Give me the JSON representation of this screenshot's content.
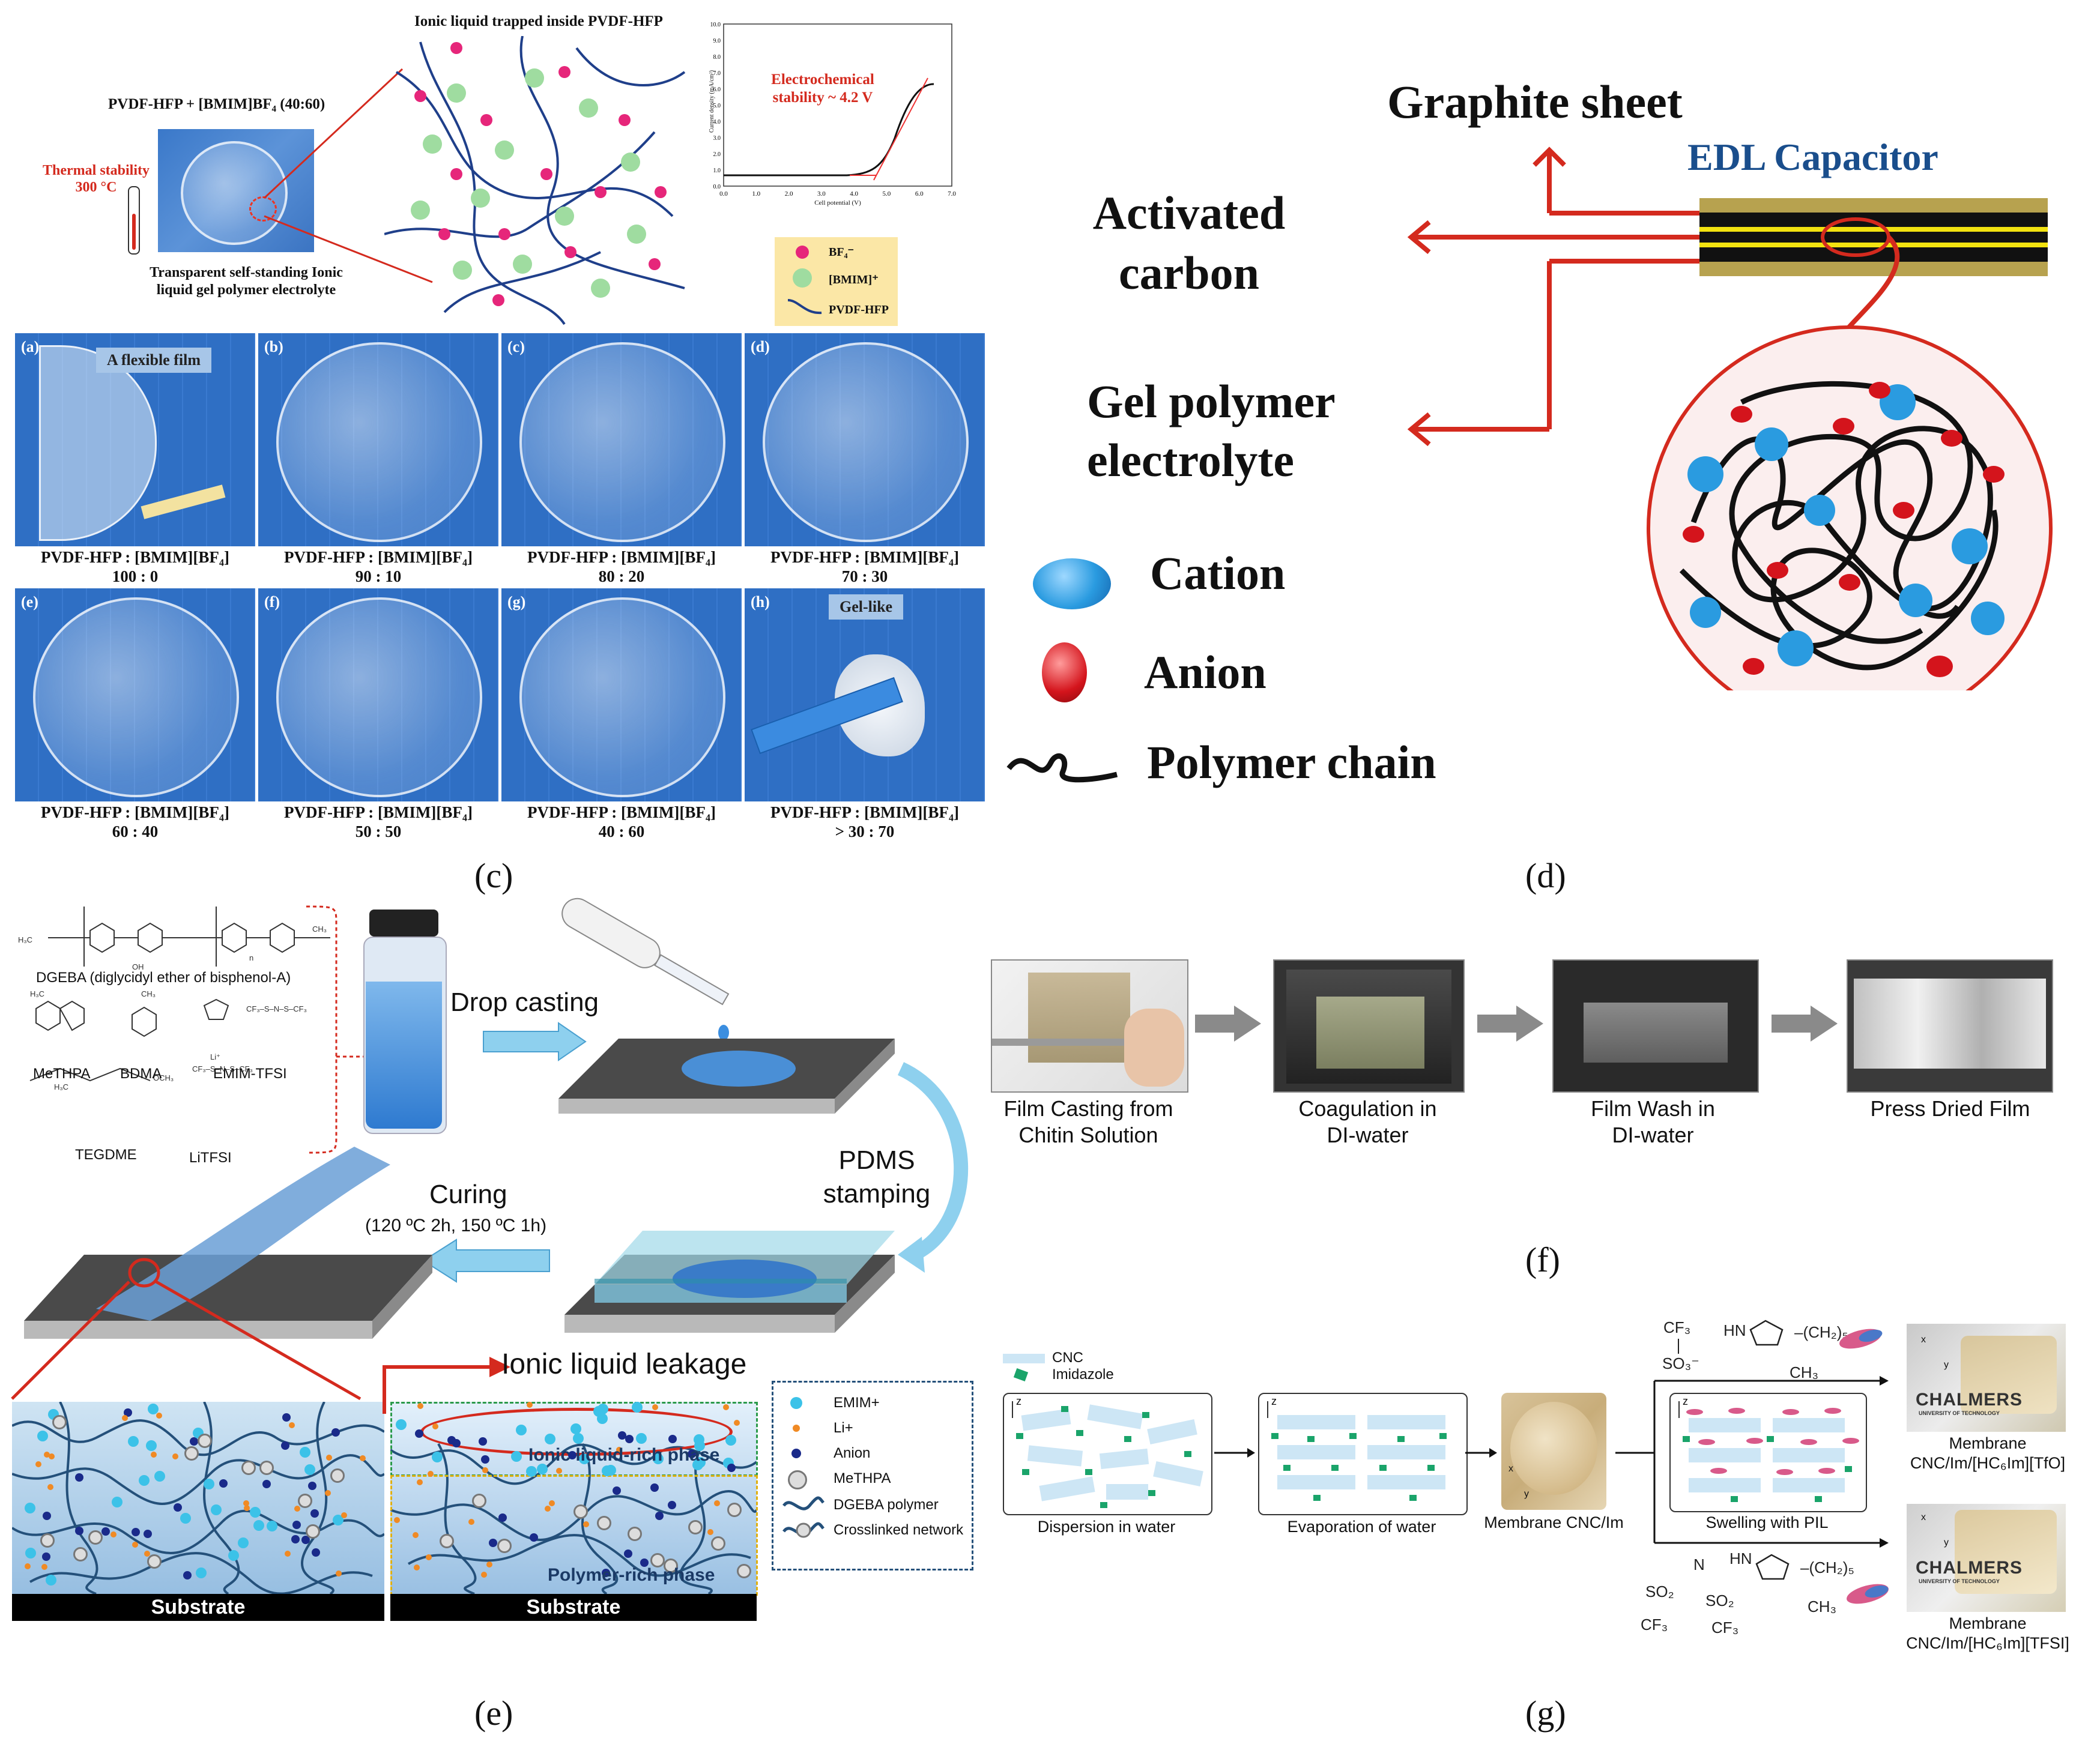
{
  "panel_c": {
    "header": {
      "composition": "PVDF-HFP + [BMIM]BF₄ (40:60)",
      "trapped": "Ionic liquid trapped inside PVDF-HFP",
      "thermal": "Thermal stability",
      "thermal_value": "300 °C",
      "transparent_l1": "Transparent self-standing Ionic",
      "transparent_l2": "liquid gel polymer electrolyte",
      "echem_l1": "Electrochemical",
      "echem_l2": "stability ~ 4.2 V",
      "ylabel": "Current density (mA/cm²)",
      "xlabel": "Cell potential (V)",
      "x_ticks": [
        "0.0",
        "1.0",
        "2.0",
        "3.0",
        "4.0",
        "5.0",
        "6.0",
        "7.0"
      ],
      "y_ticks": [
        "0.0",
        "1.0",
        "2.0",
        "3.0",
        "4.0",
        "5.0",
        "6.0",
        "7.0",
        "8.0",
        "9.0",
        "10.0"
      ],
      "legend": [
        "BF₄⁻",
        "[BMIM]⁺",
        "PVDF-HFP"
      ]
    },
    "tiles": [
      {
        "letter": "(a)",
        "tag": "A flexible film",
        "cap1": "PVDF-HFP : [BMIM][BF₄]",
        "cap2": "100 : 0"
      },
      {
        "letter": "(b)",
        "tag": "",
        "cap1": "PVDF-HFP : [BMIM][BF₄]",
        "cap2": "90 : 10"
      },
      {
        "letter": "(c)",
        "tag": "",
        "cap1": "PVDF-HFP : [BMIM][BF₄]",
        "cap2": "80 : 20"
      },
      {
        "letter": "(d)",
        "tag": "",
        "cap1": "PVDF-HFP : [BMIM][BF₄]",
        "cap2": "70 : 30"
      },
      {
        "letter": "(e)",
        "tag": "",
        "cap1": "PVDF-HFP : [BMIM][BF₄]",
        "cap2": "60 : 40"
      },
      {
        "letter": "(f)",
        "tag": "",
        "cap1": "PVDF-HFP : [BMIM][BF₄]",
        "cap2": "50 : 50"
      },
      {
        "letter": "(g)",
        "tag": "",
        "cap1": "PVDF-HFP : [BMIM][BF₄]",
        "cap2": "40 : 60"
      },
      {
        "letter": "(h)",
        "tag": "Gel-like",
        "cap1": "PVDF-HFP : [BMIM][BF₄]",
        "cap2": "> 30 : 70"
      }
    ],
    "label": "(c)"
  },
  "panel_d": {
    "graphite": "Graphite sheet",
    "edl": "EDL Capacitor",
    "activated_l1": "Activated",
    "activated_l2": "carbon",
    "gel_l1": "Gel polymer",
    "gel_l2": "electrolyte",
    "cation": "Cation",
    "anion": "Anion",
    "chain": "Polymer chain",
    "label": "(d)"
  },
  "panel_e": {
    "dgeba": "DGEBA (diglycidyl ether of bisphenol-A)",
    "chem_labels": [
      "MeTHPA",
      "BDMA",
      "EMIM-TFSI",
      "TEGDME",
      "LiTFSI"
    ],
    "drop_casting": "Drop casting",
    "pdms_l1": "PDMS",
    "pdms_l2": "stamping",
    "curing": "Curing",
    "curing_cond": "(120 ºC 2h, 150 ºC 1h)",
    "leakage": "Ionic liquid leakage",
    "il_rich": "Ionic liquid-rich phase",
    "polymer_rich": "Polymer-rich phase",
    "substrate": "Substrate",
    "legend": [
      "EMIM+",
      "Li+",
      "Anion",
      "MeTHPA",
      "DGEBA polymer",
      "Crosslinked network"
    ],
    "label": "(e)"
  },
  "panel_f": {
    "steps": [
      {
        "l1": "Film Casting from",
        "l2": "Chitin Solution"
      },
      {
        "l1": "Coagulation in",
        "l2": "DI-water"
      },
      {
        "l1": "Film Wash in",
        "l2": "DI-water"
      },
      {
        "l1": "Press Dried Film",
        "l2": ""
      }
    ],
    "label": "(f)"
  },
  "panel_g": {
    "legend": [
      "CNC",
      "Imidazole"
    ],
    "dispersion": "Dispersion in water",
    "evaporation": "Evaporation of water",
    "membrane": "Membrane CNC/Im",
    "swelling": "Swelling with PIL",
    "membrane_tfo_l1": "Membrane",
    "membrane_tfo_l2": "CNC/Im/[HC₆Im][TfO]",
    "membrane_tfsi_l1": "Membrane",
    "membrane_tfsi_l2": "CNC/Im/[HC₆Im][TFSI]",
    "chalmers": "CHALMERS",
    "chalmers_sub": "UNIVERSITY OF TECHNOLOGY",
    "axis_x": "x",
    "axis_y": "y",
    "axis_z": "z",
    "label": "(g)"
  },
  "colors": {
    "red": "#d42a1e",
    "blue_photo": "#2f6fc4",
    "cation_blue": "#2a9be0",
    "anion_red": "#d4141c",
    "cnc_blue": "#cde6f5",
    "imidazole_green": "#1aa46a"
  }
}
